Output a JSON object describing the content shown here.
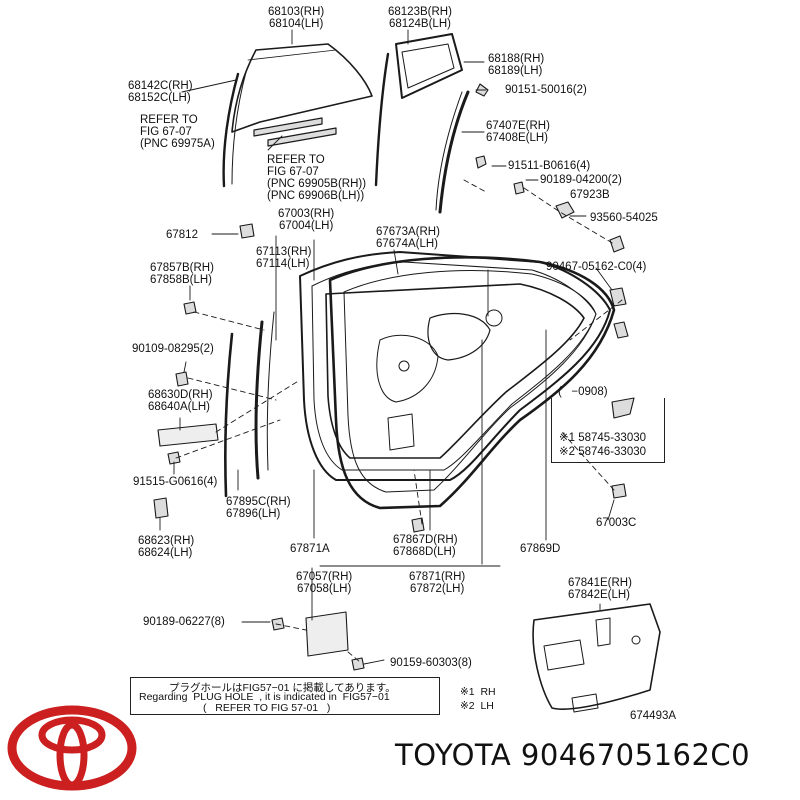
{
  "labels": {
    "p68103": "68103(RH)\n68104(LH)",
    "p68123B": "68123B(RH)\n68124B(LH)",
    "p68188": "68188(RH)\n68189(LH)",
    "p90151": "90151-50016(2)",
    "p68142C": "68142C(RH)\n68152C(LH)",
    "refer1": "REFER TO\nFIG 67-07\n(PNC 69975A)",
    "p67407E": "67407E(RH)\n67408E(LH)",
    "refer2": "REFER TO\nFIG 67-07\n(PNC 69905B(RH))\n(PNC 69906B(LH))",
    "p91511": "91511-B0616(4)",
    "p90189_04200": "90189-04200(2)",
    "p67923B": "67923B",
    "p93560": "93560-54025",
    "p67003": "67003(RH)\n67004(LH)",
    "p67812": "67812",
    "p67673A": "67673A(RH)\n67674A(LH)",
    "p67113": "67113(RH)\n67114(LH)",
    "p67857B": "67857B(RH)\n67858B(LH)",
    "p90467": "90467-05162-C0(4)",
    "p90109": "90109-08295(2)",
    "p68630D": "68630D(RH)\n68640A(LH)",
    "variant_range": "(   −0908)",
    "variant1": "※1 58745-33030",
    "variant2": "※2 58746-33030",
    "p91515": "91515-G0616(4)",
    "p67895C": "67895C(RH)\n67896(LH)",
    "p67003C": "67003C",
    "p68623": "68623(RH)\n68624(LH)",
    "p67871A": "67871A",
    "p67867D": "67867D(RH)\n67868D(LH)",
    "p67869D": "67869D",
    "p67057": "67057(RH)\n67058(LH)",
    "p67871": "67871(RH)\n67872(LH)",
    "p67841E": "67841E(RH)\n67842E(LH)",
    "p90189_06227": "90189-06227(8)",
    "p90159": "90159-60303(8)",
    "fig_code": "674493A",
    "legend_rh": "※1  RH",
    "legend_lh": "※2  LH"
  },
  "note": {
    "line1": "プラグホールはFIG57−01 に掲載してあります。",
    "line2": "Regarding  PLUG HOLE  , it is indicated in  FIG57−01",
    "line3": "(   REFER TO FIG 57-01   )"
  },
  "brand": {
    "logo_icon": "toyota-logo-icon",
    "logo_color": "#cc1f1f",
    "caption": "TOYOTA 9046705162C0"
  }
}
